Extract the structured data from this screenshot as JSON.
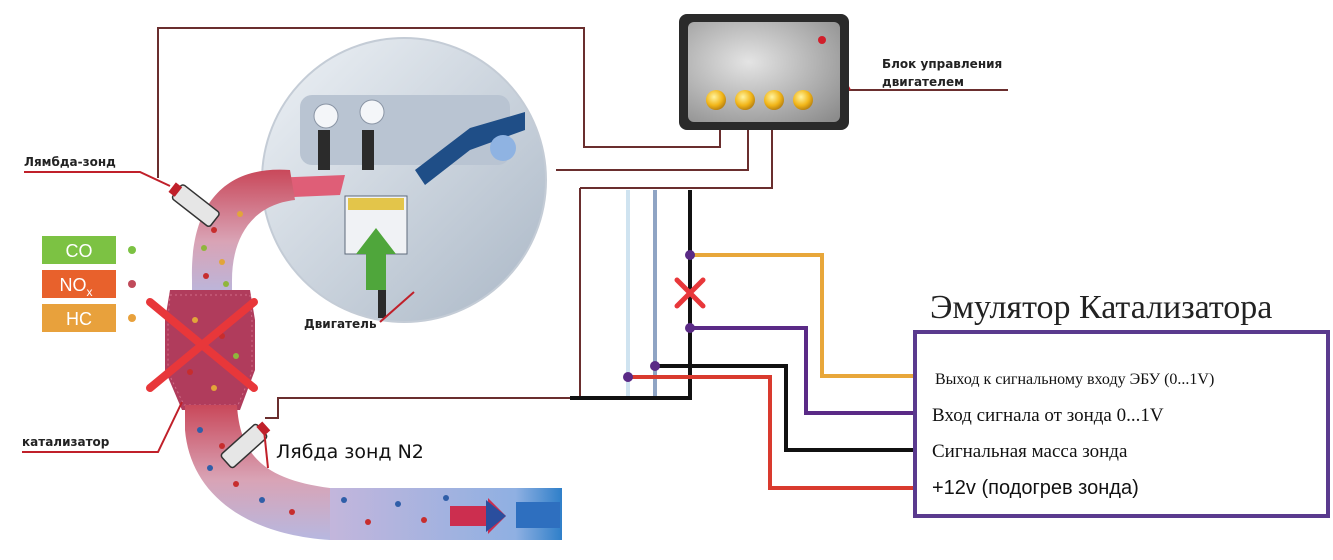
{
  "labels": {
    "ecu": [
      "Блок управления",
      "двигателем"
    ],
    "lambda1": "Лямбда-зонд",
    "engine": "Двигатель",
    "catalyst": "катализатор",
    "lambda2": "Лябда зонд N2"
  },
  "gases": [
    {
      "text": "CO",
      "color": "#7cc243"
    },
    {
      "text": "NO",
      "sub": "x",
      "color": "#e8612c"
    },
    {
      "text": "HC",
      "color": "#e8a13c"
    }
  ],
  "emulator": {
    "title": "Эмулятор Катализатора",
    "rows": [
      "Выход к сигнальному входу ЭБУ (0...1V)",
      "Вход сигнала от зонда 0...1V",
      "Сигнальная масса зонда",
      "+12v (подогрев зонда)"
    ]
  },
  "colors": {
    "signal_out": "#e8a73a",
    "signal_in": "#5a2a86",
    "ground": "#111111",
    "power": "#d93a2e",
    "frame": "#5a3a8e",
    "wire": "#6a2e2e"
  }
}
